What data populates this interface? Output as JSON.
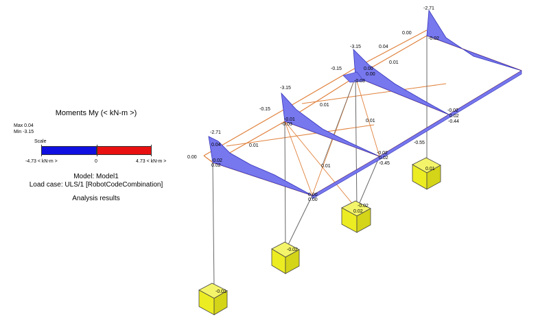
{
  "legend": {
    "title": "Moments My (< kN-m >)",
    "max_label": "Max 0.04",
    "min_label": "Min -3.15",
    "scale_label": "Scale",
    "scale_min": "-4.73 < kN-m >",
    "scale_zero": "0",
    "scale_max": "4.73 < kN-m >",
    "neg_color": "#1010e0",
    "pos_color": "#e81010"
  },
  "model": {
    "name": "Model: Model1",
    "load_case": "Load case: ULS/1 [RobotCodeCombination]",
    "status": "Analysis results"
  },
  "colors": {
    "diagram_fill": "#7777ee",
    "diagram_edge": "#3333bb",
    "member": "#e0803a",
    "support": "#ecec22"
  },
  "diagram_labels": [
    "-2.71",
    "0.00",
    "-0.02",
    "-3.15",
    "0.04",
    "0.01",
    "-0.15",
    "-0.03",
    "0.00",
    "0.00",
    "-3.15",
    "-0.15",
    "0.01",
    "-0.01",
    "-0.03",
    "-0.02",
    "0.02",
    "-0.44",
    "0.01",
    "-2.71",
    "0.04",
    "0.01",
    "0.00",
    "-0.02",
    "0.02",
    "-0.02",
    "0.02",
    "-0.45",
    "-0.55",
    "0.01",
    "0.00",
    "0.00"
  ],
  "support_labels": [
    "-0.01",
    "-0.02",
    "0.01",
    "0.02",
    "-0.02",
    "-0.01"
  ]
}
